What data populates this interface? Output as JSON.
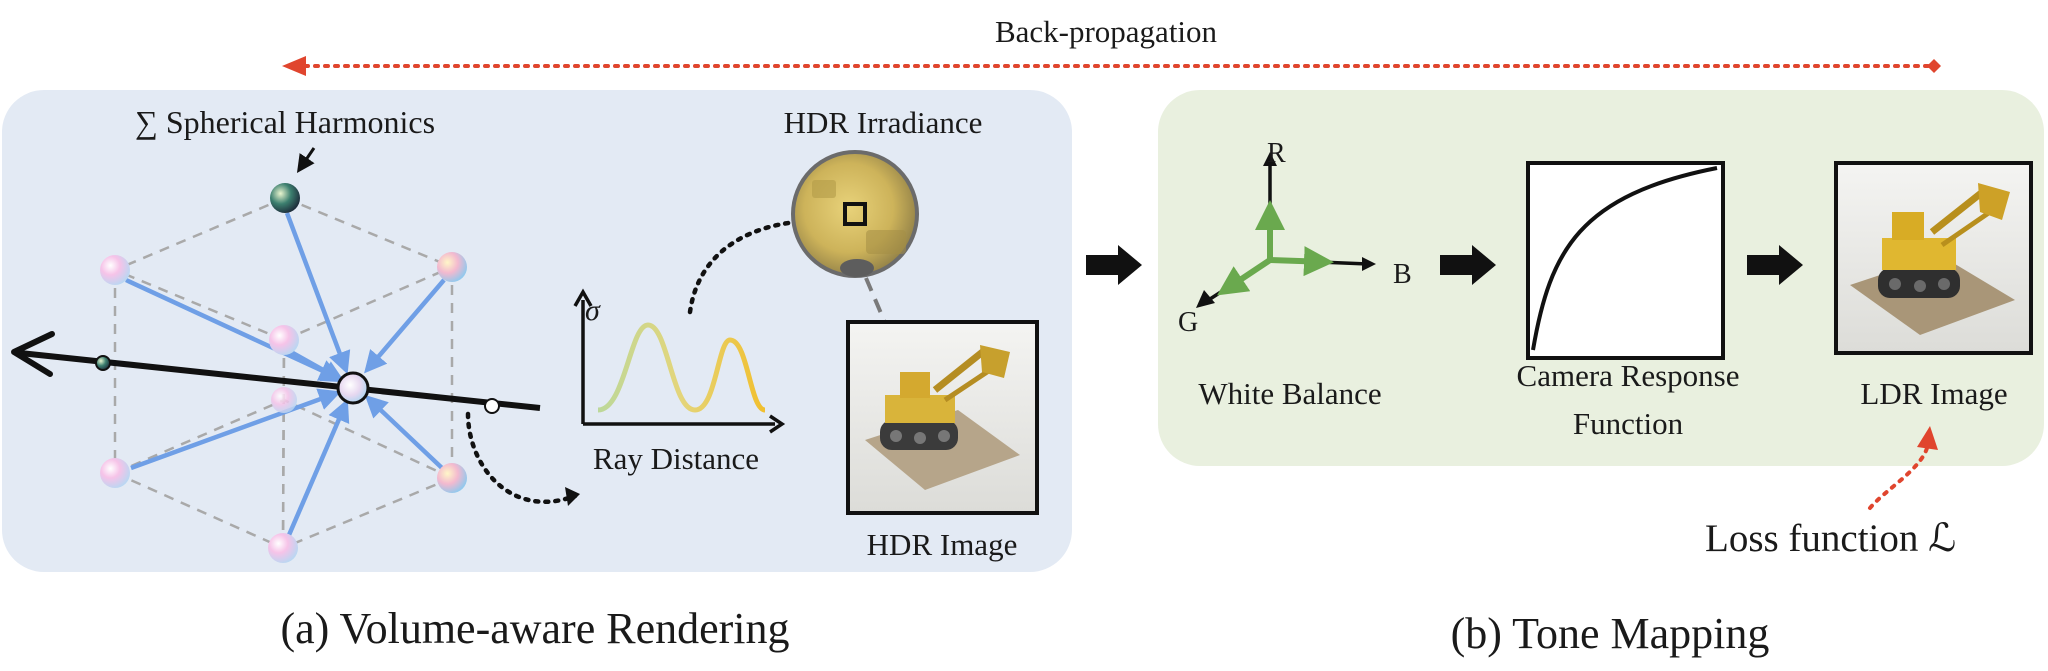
{
  "top": {
    "backprop_label": "Back-propagation"
  },
  "panel_a": {
    "sh_label": "∑ Spherical Harmonics",
    "hdr_irradiance_label": "HDR Irradiance",
    "sigma_label": "σ",
    "ray_distance_label": "Ray Distance",
    "hdr_image_label": "HDR Image",
    "caption": "(a) Volume-aware Rendering"
  },
  "panel_b": {
    "axis_r": "R",
    "axis_g": "G",
    "axis_b": "B",
    "white_balance_label": "White Balance",
    "crf_label_line1": "Camera Response",
    "crf_label_line2": "Function",
    "ldr_image_label": "LDR Image",
    "loss_label": "Loss function ℒ",
    "caption": "(b) Tone Mapping"
  },
  "colors": {
    "panel_a_bg": "#e3eaf4",
    "panel_b_bg": "#e9f0df",
    "backprop_red": "#e0452e",
    "sh_arrow_blue": "#6f9fe6",
    "axis_green": "#6aa94e"
  }
}
